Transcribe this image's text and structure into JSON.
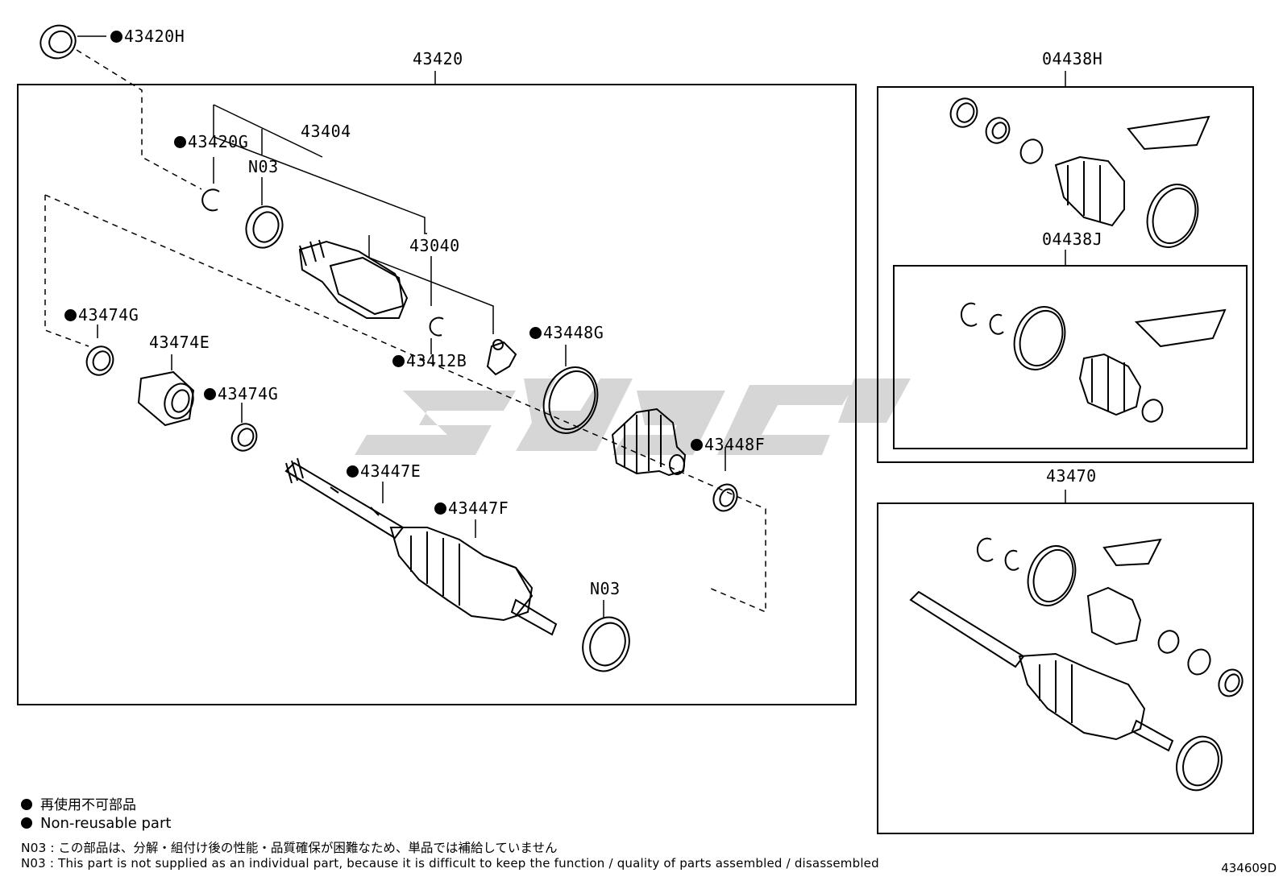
{
  "labels": {
    "p43420H": "43420H",
    "p43420": "43420",
    "p43420G": "43420G",
    "p43404": "43404",
    "pN03a": "N03",
    "p43040": "43040",
    "p43474G_a": "43474G",
    "p43474E": "43474E",
    "p43474G_b": "43474G",
    "p43412B": "43412B",
    "p43448G": "43448G",
    "p43448F": "43448F",
    "p43447E": "43447E",
    "p43447F": "43447F",
    "pN03b": "N03",
    "p04438H": "04438H",
    "p04438J": "04438J",
    "p43470": "43470"
  },
  "notes": {
    "jp_nonreusable": "再使用不可部品",
    "en_nonreusable": "Non-reusable part",
    "n03_jp": "N03 : この部品は、分解・組付け後の性能・品質確保が困難なため、単品では補給していません",
    "n03_en": "N03 : This part is not supplied as an individual part, because it is difficult to keep the function / quality of parts  assembled / disassembled"
  },
  "diagram_id": "434609D",
  "icons": {
    "non_reusable_marker": "filled-circle-icon"
  },
  "colors": {
    "line": "#000000",
    "watermark": "#c8c8c8",
    "background": "#ffffff"
  }
}
